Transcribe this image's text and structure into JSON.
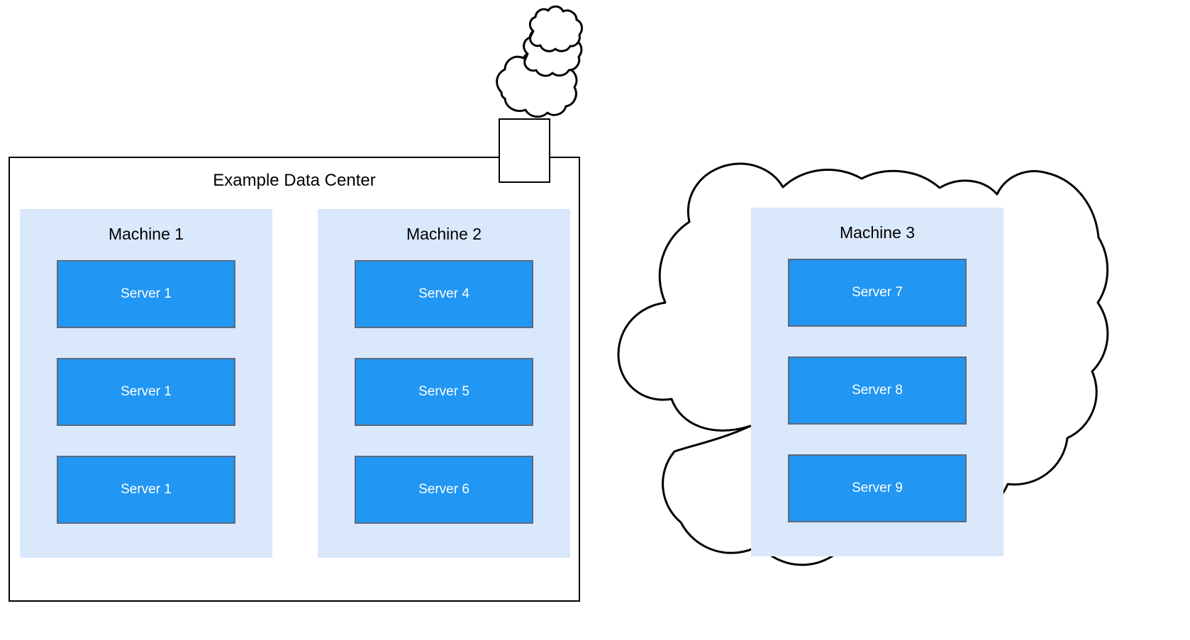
{
  "diagram": {
    "title": "Example Data Center",
    "background_color": "#ffffff"
  },
  "colors": {
    "machine_panel": "#dae8fc",
    "server_fill": "#2196f3",
    "server_border": "#5d6a7d",
    "server_text": "#ffffff",
    "outline": "#000000",
    "text": "#000000"
  },
  "datacenter": {
    "label": "Example Data Center",
    "machines": [
      {
        "label": "Machine 1",
        "servers": [
          {
            "label": "Server 1"
          },
          {
            "label": "Server 1"
          },
          {
            "label": "Server 1"
          }
        ]
      },
      {
        "label": "Machine 2",
        "servers": [
          {
            "label": "Server 4"
          },
          {
            "label": "Server 5"
          },
          {
            "label": "Server 6"
          }
        ]
      }
    ]
  },
  "cloud": {
    "machine": {
      "label": "Machine 3",
      "servers": [
        {
          "label": "Server 7"
        },
        {
          "label": "Server 8"
        },
        {
          "label": "Server 9"
        }
      ]
    }
  },
  "smokestack": {
    "icon": "smokestack-icon",
    "smoke_puffs": [
      {
        "icon": "smoke-puff-large-icon"
      },
      {
        "icon": "smoke-puff-medium-icon"
      },
      {
        "icon": "smoke-puff-small-icon"
      }
    ]
  }
}
